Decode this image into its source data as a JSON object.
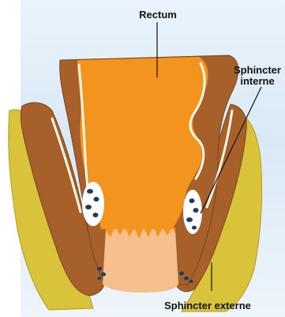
{
  "labels": {
    "rectum": "Rectum",
    "sphincter_interne_line1": "Sphincter",
    "sphincter_interne_line2": "interne",
    "sphincter_externe": "Sphincter externe"
  },
  "colors": {
    "rectum_fill": "#f2941e",
    "muscle_brown": "#a8602b",
    "fat_yellow": "#d8c33a",
    "skin_tan": "#f6c08c",
    "highlight_white": "#fff6e6",
    "vessel_blue": "#1c3e62",
    "background": "#e3eef8"
  }
}
